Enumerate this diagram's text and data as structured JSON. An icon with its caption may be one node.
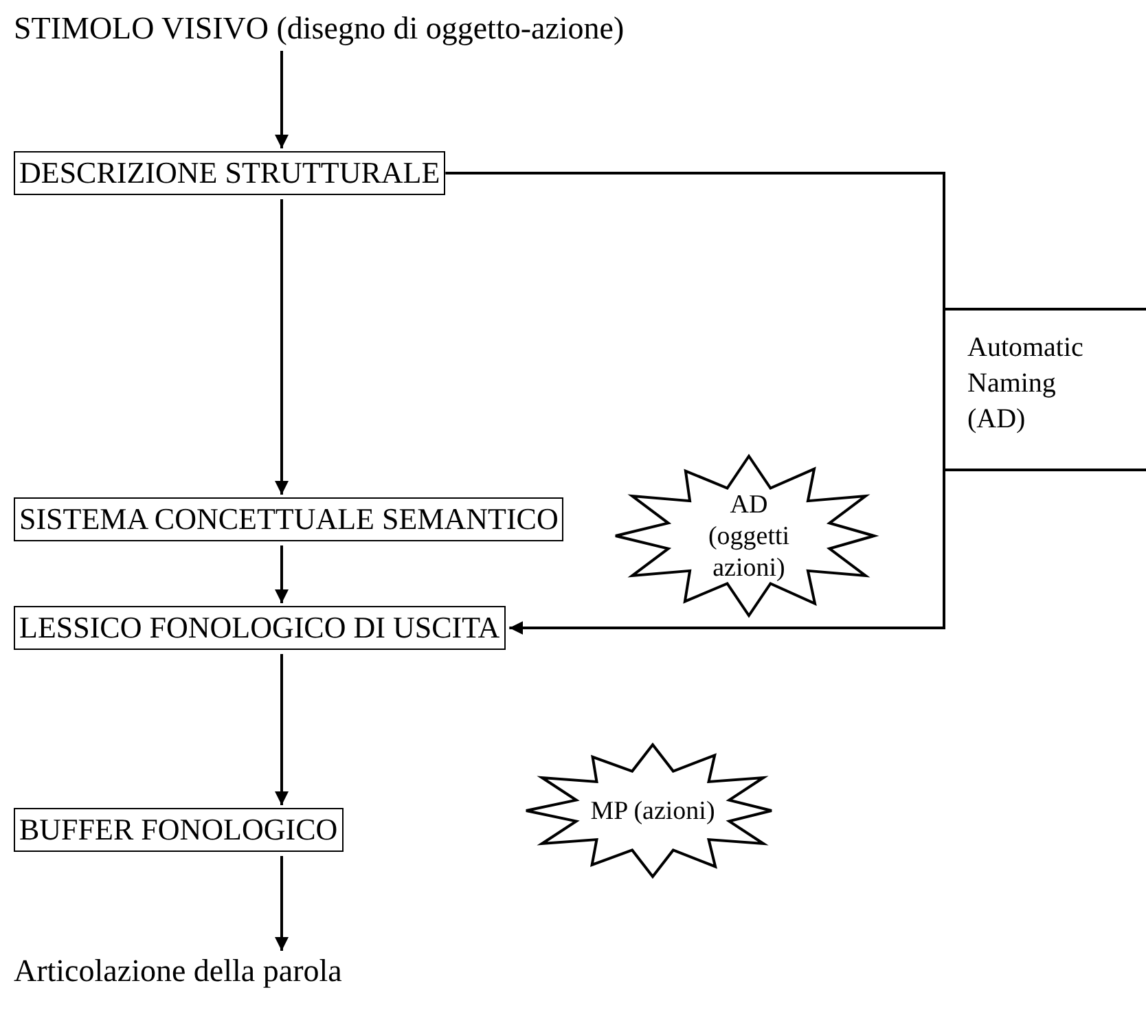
{
  "diagram": {
    "nodes": [
      {
        "text": [
          "STIMOLO VISIVO (disegno di oggetto-azione)"
        ]
      },
      {
        "text": [
          "DESCRIZIONE STRUTTURALE"
        ]
      },
      {
        "text": [
          "SISTEMA CONCETTUALE SEMANTICO"
        ]
      },
      {
        "text": [
          "LESSICO FONOLOGICO DI USCITA"
        ]
      },
      {
        "text": [
          "BUFFER FONOLOGICO"
        ]
      },
      {
        "text": [
          "Articolazione della parola"
        ]
      },
      {
        "text": [
          "Automatic Naming (AD)"
        ]
      },
      {
        "text": [
          "AD (oggetti azioni)"
        ]
      },
      {
        "text": [
          "MP (azioni)"
        ]
      }
    ],
    "edges": [
      {
        "from": 0,
        "to": 1,
        "arrow": "to"
      },
      {
        "from": 1,
        "to": 2,
        "arrow": "to"
      },
      {
        "from": 2,
        "to": 3,
        "arrow": "to"
      },
      {
        "from": 3,
        "to": 4,
        "arrow": "to"
      },
      {
        "from": 4,
        "to": 5,
        "arrow": "to"
      },
      {
        "from": 1,
        "to": 3,
        "arrow": "to"
      }
    ]
  }
}
